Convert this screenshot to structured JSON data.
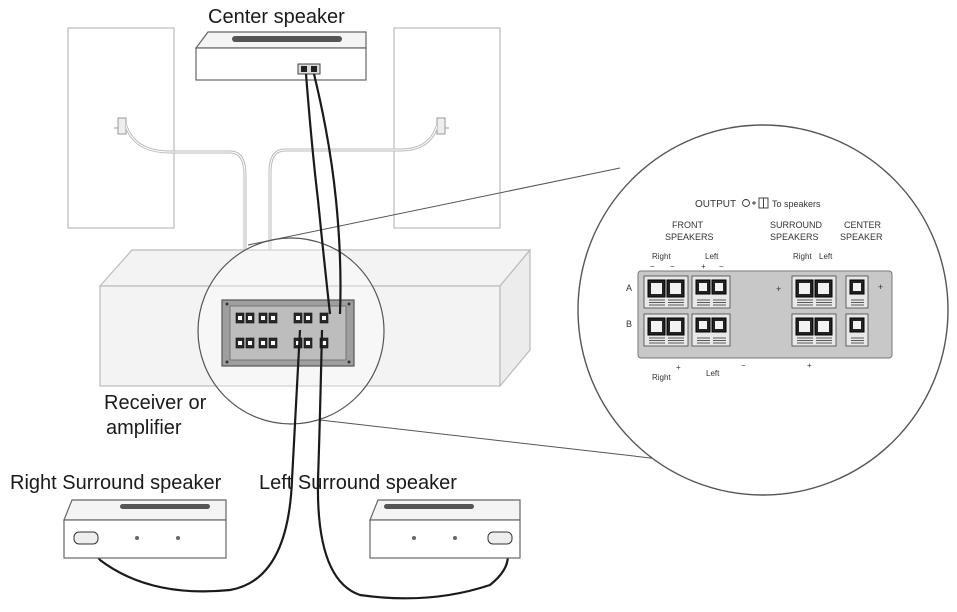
{
  "labels": {
    "center_speaker": "Center speaker",
    "receiver_line1": "Receiver or",
    "receiver_line2": "amplifier",
    "right_surround": "Right Surround speaker",
    "left_surround": "Left Surround speaker"
  },
  "detail": {
    "output": "OUTPUT",
    "to_speakers": "To speakers",
    "front_line1": "FRONT",
    "front_line2": "SPEAKERS",
    "surround_line1": "SURROUND",
    "surround_line2": "SPEAKERS",
    "center_line1": "CENTER",
    "center_line2": "SPEAKER",
    "right": "Right",
    "left": "Left",
    "row_a": "A",
    "row_b": "B",
    "plus": "+",
    "minus": "−"
  }
}
